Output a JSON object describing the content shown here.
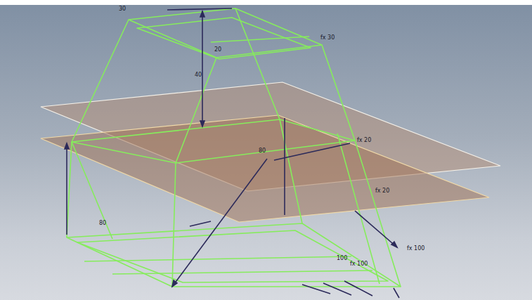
{
  "diagram": {
    "labels": [
      "30",
      "fx 30",
      "20",
      "40",
      "80",
      "fx 20",
      "fx 20",
      "80",
      "fx 100",
      "100",
      "fx 100"
    ]
  }
}
